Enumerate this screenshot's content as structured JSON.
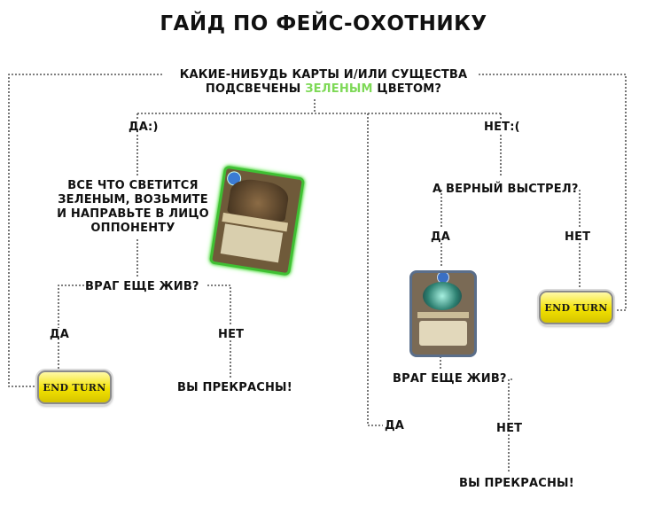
{
  "title": "ГАЙД ПО ФЕЙС-ОХОТНИКУ",
  "question1": {
    "line1": "КАКИЕ-НИБУДЬ КАРТЫ И/ИЛИ СУЩЕСТВА",
    "line2_pre": "ПОДСВЕЧЕНЫ ",
    "line2_green": "ЗЕЛЕНЫМ",
    "line2_post": " ЦВЕТОМ?"
  },
  "yes_sad": "ДА:)",
  "no_sad": "НЕТ:(",
  "take_all": {
    "line1": "ВСЕ ЧТО СВЕТИТСЯ",
    "line2": "ЗЕЛЕНЫМ, ВОЗЬМИТЕ",
    "line3": "И НАПРАВЬТЕ В ЛИЦО",
    "line4": "ОППОНЕНТУ"
  },
  "enemy_alive_left": "ВРАГ ЕЩЕ ЖИВ?",
  "yes_left": "ДА",
  "no_left": "НЕТ",
  "great_left": "ВЫ ПРЕКРАСНЫ!",
  "steady_shot": "А ВЕРНЫЙ ВЫСТРЕЛ?",
  "yes_right": "ДА",
  "no_right": "НЕТ",
  "enemy_alive_right": "ВРАГ ЕЩЕ ЖИВ?",
  "yes_bottom": "ДА",
  "no_bottom": "НЕТ",
  "great_right": "ВЫ ПРЕКРАСНЫ!",
  "end_turn_label": "END TURN",
  "colors": {
    "green_highlight": "#7ed957",
    "end_turn_yellow": "#f2e200",
    "line": "#555555"
  }
}
